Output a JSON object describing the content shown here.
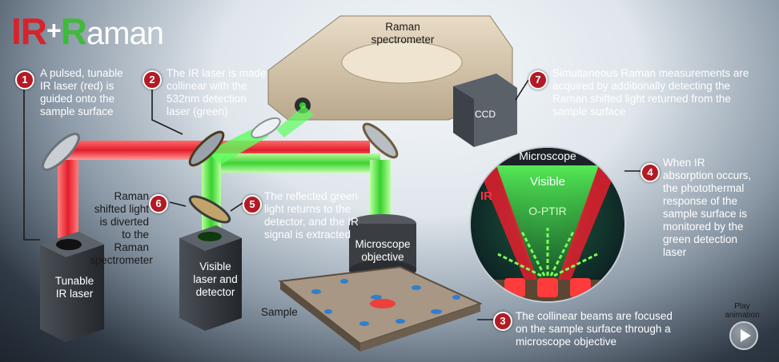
{
  "title": {
    "ir": "IR",
    "plus": "+",
    "r": "R",
    "rest": "aman"
  },
  "steps": [
    {
      "num": "1",
      "text": "A pulsed, tunable IR laser (red) is guided onto the sample surface"
    },
    {
      "num": "2",
      "text": "The IR laser is made collinear with the 532nm detection laser (green)"
    },
    {
      "num": "3",
      "text": "The collinear beams are focused on the sample surface through a microscope objective"
    },
    {
      "num": "4",
      "text": "When IR absorption occurs, the photothermal response of the sample surface is monitored by the green detection laser"
    },
    {
      "num": "5",
      "text": "The reflected green light returns to the detector, and the IR signal is extracted"
    },
    {
      "num": "6",
      "text": "Raman shifted light is diverted to the Raman spectrometer"
    },
    {
      "num": "7",
      "text": "Simultaneous Raman measurements are acquired by additionally detecting the Raman shifted light returned from the sample surface"
    }
  ],
  "labels": {
    "spectrometer": "Raman spectrometer",
    "ccd": "CCD",
    "tunable_laser": "Tunable IR laser",
    "visible_laser": "Visible laser and detector",
    "objective": "Microscope objective",
    "sample": "Sample",
    "inset_microscope": "Microscope",
    "inset_visible": "Visible",
    "inset_ir": "IR",
    "inset_optir": "O-PTIR",
    "play": "Play animation"
  },
  "colors": {
    "ir_red": "#d7232c",
    "raman_green": "#3fba3a",
    "badge": "#b31b24"
  }
}
